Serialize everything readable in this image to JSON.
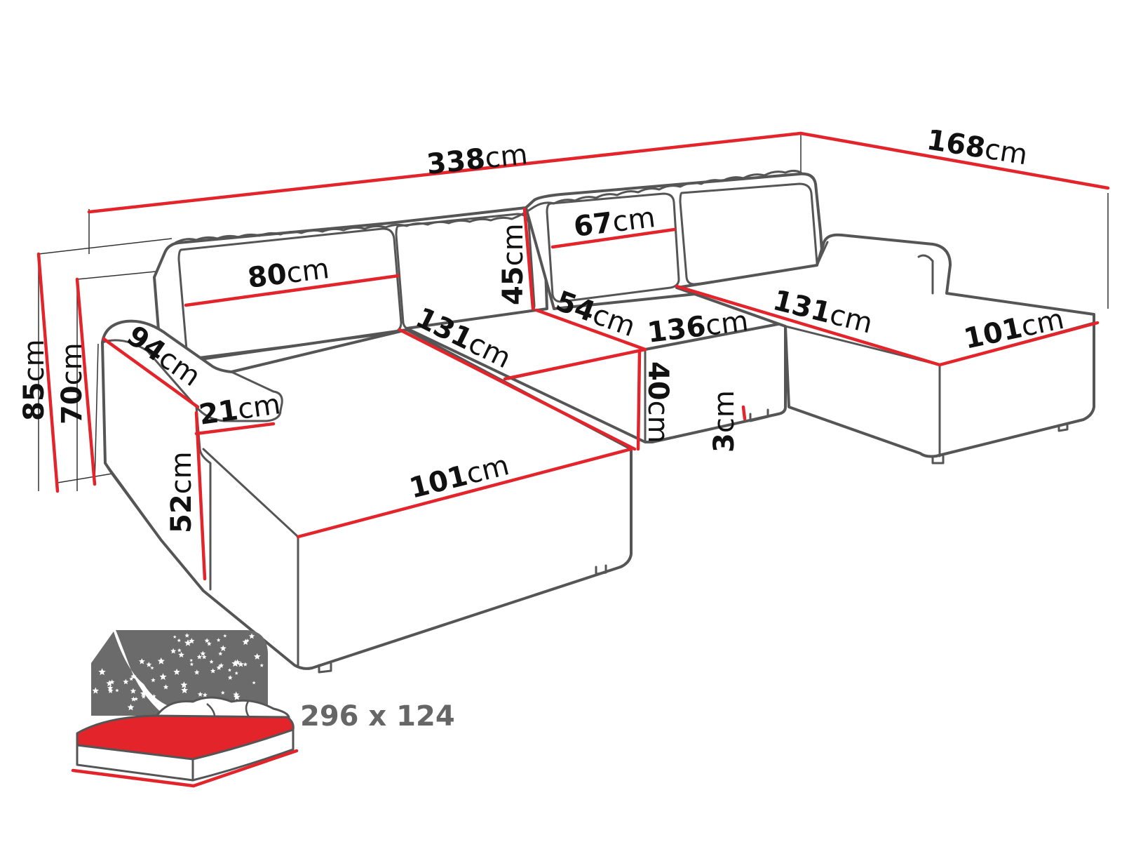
{
  "dimensions": {
    "total_width": {
      "value": "338",
      "unit": "cm"
    },
    "right_depth": {
      "value": "168",
      "unit": "cm"
    },
    "back_cushion_left": {
      "value": "80",
      "unit": "cm"
    },
    "back_cushion_right": {
      "value": "67",
      "unit": "cm"
    },
    "backrest_height": {
      "value": "45",
      "unit": "cm"
    },
    "armrest_length": {
      "value": "94",
      "unit": "cm"
    },
    "armrest_width": {
      "value": "21",
      "unit": "cm"
    },
    "left_seat_depth": {
      "value": "131",
      "unit": "cm"
    },
    "middle_seat_depth": {
      "value": "54",
      "unit": "cm"
    },
    "middle_width": {
      "value": "136",
      "unit": "cm"
    },
    "right_seat_depth": {
      "value": "131",
      "unit": "cm"
    },
    "right_chaise_width": {
      "value": "101",
      "unit": "cm"
    },
    "left_chaise_width": {
      "value": "101",
      "unit": "cm"
    },
    "overall_height": {
      "value": "85",
      "unit": "cm"
    },
    "seat_back_height": {
      "value": "70",
      "unit": "cm"
    },
    "armrest_height": {
      "value": "52",
      "unit": "cm"
    },
    "seat_height": {
      "value": "40",
      "unit": "cm"
    },
    "leg_height": {
      "value": "3",
      "unit": "cm"
    }
  },
  "sleeping_area": "296 x 124",
  "colors": {
    "dimension_line": "#e3242b",
    "outline": "#555555",
    "mattress": "#e3242b",
    "night_sky": "#6b6b6b"
  },
  "icons": {
    "bed": "sleeping-bed-icon"
  }
}
